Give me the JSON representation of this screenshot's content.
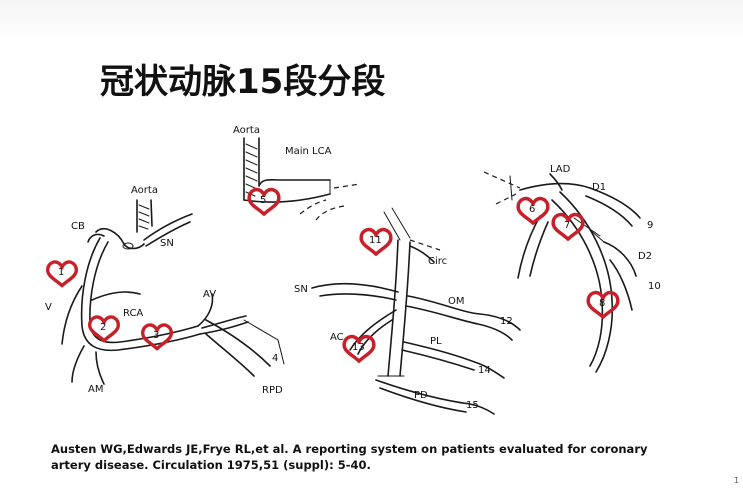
{
  "slide": {
    "title": "冠状动脉15段分段",
    "citation_line1": "Austen WG,Edwards JE,Frye RL,et al. A reporting system on patients evaluated for coronary",
    "citation_line2": "artery disease. Circulation 1975,51 (suppl): 5-40.",
    "slide_number": "1"
  },
  "diagram": {
    "right_coronary_view": {
      "labels": {
        "aorta": "Aorta",
        "cb": "CB",
        "sn": "SN",
        "v": "V",
        "rca": "RCA",
        "av": "AV",
        "am": "AM",
        "rpd": "RPD",
        "seg4": "4"
      },
      "segment_markers": [
        "1",
        "2",
        "3"
      ]
    },
    "left_main_view": {
      "labels": {
        "aorta": "Aorta",
        "main_lca": "Main LCA"
      },
      "segment_markers": [
        "5"
      ]
    },
    "circumflex_view": {
      "labels": {
        "sn": "SN",
        "circ": "Circ",
        "om": "OM",
        "ac": "AC",
        "pl": "PL",
        "pd": "PD",
        "seg12": "12",
        "seg14": "14",
        "seg15": "15"
      },
      "segment_markers": [
        "11",
        "13"
      ]
    },
    "lad_view": {
      "labels": {
        "lad": "LAD",
        "d1": "D1",
        "d2": "D2",
        "seg9": "9",
        "seg10": "10"
      },
      "segment_markers": [
        "6",
        "7",
        "8"
      ]
    },
    "marker_color": "#c8202a"
  }
}
